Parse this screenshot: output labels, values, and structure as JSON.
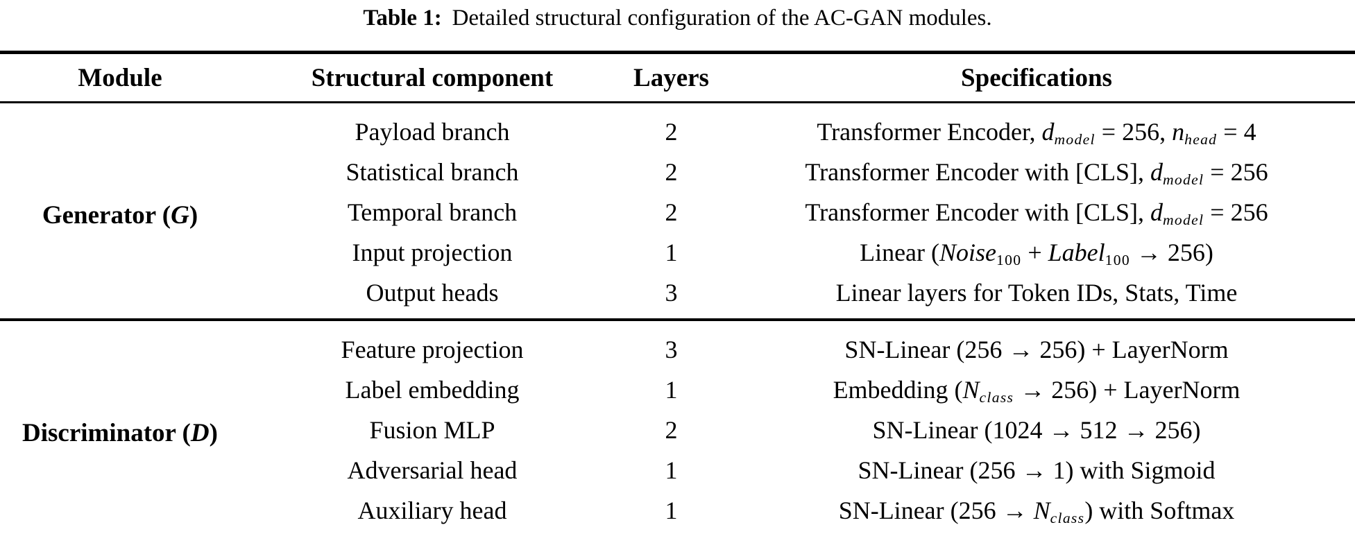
{
  "colors": {
    "text": "#000000",
    "background": "#ffffff",
    "rule": "#000000"
  },
  "title": {
    "label": "Table 1:",
    "text": "Detailed structural configuration of the AC-GAN modules."
  },
  "table": {
    "headers": [
      "Module",
      "Structural component",
      "Layers",
      "Specifications"
    ],
    "sections": [
      {
        "module_name": "Generator (G)",
        "module_label": [
          {
            "t": "Generator ("
          },
          {
            "t": "G",
            "i": 1
          },
          {
            "t": ")"
          }
        ],
        "rows": [
          {
            "component": "Payload branch",
            "layers": "2",
            "spec_text": "Transformer Encoder, d_model = 256, n_head = 4",
            "spec": [
              {
                "t": "Transformer Encoder, "
              },
              {
                "t": "d",
                "i": 1
              },
              {
                "t": "model",
                "i": 1,
                "sub": 1
              },
              {
                "t": " = 256, "
              },
              {
                "t": "n",
                "i": 1
              },
              {
                "t": "head",
                "i": 1,
                "sub": 1
              },
              {
                "t": " = 4"
              }
            ]
          },
          {
            "component": "Statistical branch",
            "layers": "2",
            "spec_text": "Transformer Encoder with [CLS], d_model = 256",
            "spec": [
              {
                "t": "Transformer Encoder with [CLS], "
              },
              {
                "t": "d",
                "i": 1
              },
              {
                "t": "model",
                "i": 1,
                "sub": 1
              },
              {
                "t": " = 256"
              }
            ]
          },
          {
            "component": "Temporal branch",
            "layers": "2",
            "spec_text": "Transformer Encoder with [CLS], d_model = 256",
            "spec": [
              {
                "t": "Transformer Encoder with [CLS], "
              },
              {
                "t": "d",
                "i": 1
              },
              {
                "t": "model",
                "i": 1,
                "sub": 1
              },
              {
                "t": " = 256"
              }
            ]
          },
          {
            "component": "Input projection",
            "layers": "1",
            "spec_text": "Linear (Noise_100 + Label_100 → 256)",
            "spec": [
              {
                "t": "Linear ("
              },
              {
                "t": "Noise",
                "i": 1
              },
              {
                "t": "100",
                "sub": 1
              },
              {
                "t": " + "
              },
              {
                "t": "Label",
                "i": 1
              },
              {
                "t": "100",
                "sub": 1
              },
              {
                "t": " → 256)"
              }
            ]
          },
          {
            "component": "Output heads",
            "layers": "3",
            "spec_text": "Linear layers for Token IDs, Stats, Time",
            "spec": [
              {
                "t": "Linear layers for Token IDs, Stats, Time"
              }
            ]
          }
        ]
      },
      {
        "module_name": "Discriminator (D)",
        "module_label": [
          {
            "t": "Discriminator ("
          },
          {
            "t": "D",
            "i": 1
          },
          {
            "t": ")"
          }
        ],
        "rows": [
          {
            "component": "Feature projection",
            "layers": "3",
            "spec_text": "SN-Linear (256 → 256) + LayerNorm",
            "spec": [
              {
                "t": "SN-Linear (256 → 256) + LayerNorm"
              }
            ]
          },
          {
            "component": "Label embedding",
            "layers": "1",
            "spec_text": "Embedding (N_class → 256) + LayerNorm",
            "spec": [
              {
                "t": "Embedding ("
              },
              {
                "t": "N",
                "i": 1
              },
              {
                "t": "class",
                "i": 1,
                "sub": 1
              },
              {
                "t": " → 256) + LayerNorm"
              }
            ]
          },
          {
            "component": "Fusion MLP",
            "layers": "2",
            "spec_text": "SN-Linear (1024 → 512 → 256)",
            "spec": [
              {
                "t": "SN-Linear (1024 → 512 → 256)"
              }
            ]
          },
          {
            "component": "Adversarial head",
            "layers": "1",
            "spec_text": "SN-Linear (256 → 1) with Sigmoid",
            "spec": [
              {
                "t": "SN-Linear (256 → 1) with Sigmoid"
              }
            ]
          },
          {
            "component": "Auxiliary head",
            "layers": "1",
            "spec_text": "SN-Linear (256 → N_class) with Softmax",
            "spec": [
              {
                "t": "SN-Linear (256 → "
              },
              {
                "t": "N",
                "i": 1
              },
              {
                "t": "class",
                "i": 1,
                "sub": 1
              },
              {
                "t": ") with Softmax"
              }
            ]
          }
        ]
      }
    ]
  }
}
